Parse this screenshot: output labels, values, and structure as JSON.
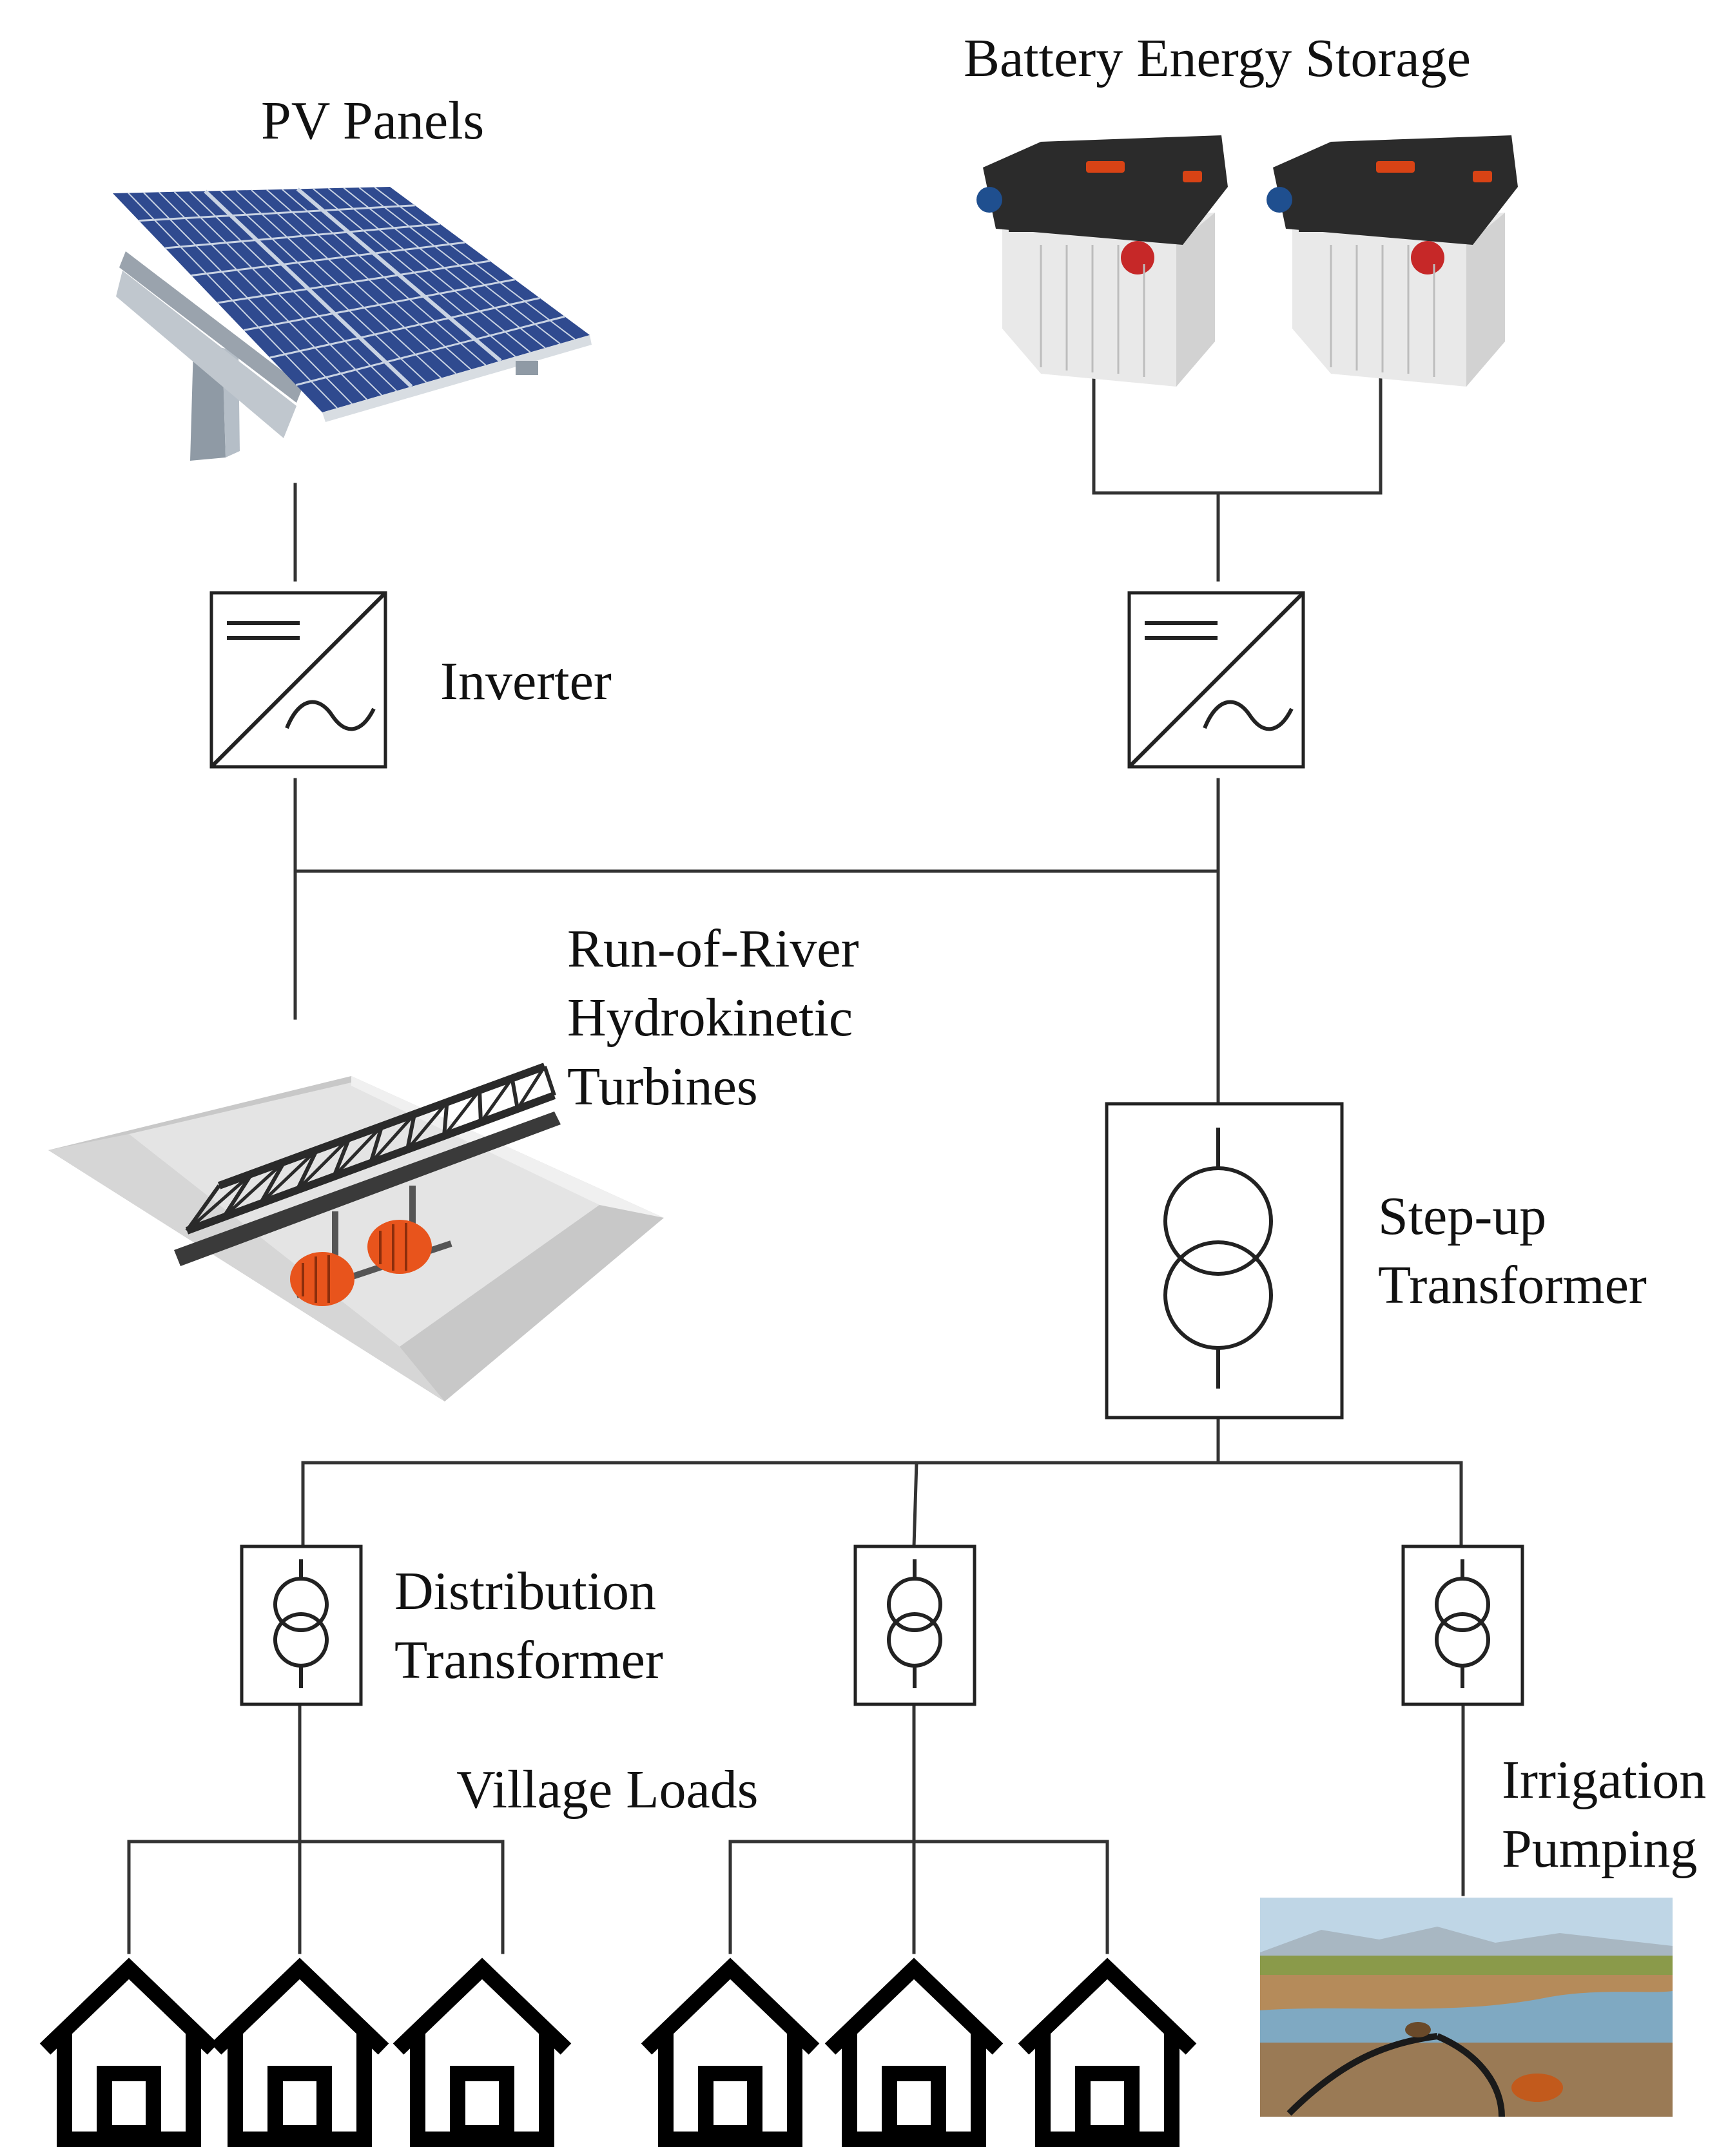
{
  "labels": {
    "pv_panels": "PV Panels",
    "battery": "Battery Energy Storage",
    "inverter": "Inverter",
    "hydro_line1": "Run-of-River",
    "hydro_line2": "Hydrokinetic",
    "hydro_line3": "Turbines",
    "stepup_line1": "Step-up",
    "stepup_line2": "Transformer",
    "dist_line1": "Distribution",
    "dist_line2": "Transformer",
    "village_loads": "Village Loads",
    "irrigation_line1": "Irrigation",
    "irrigation_line2": "Pumping"
  },
  "colors": {
    "panel_blue": "#2f4a8f",
    "panel_frame": "#9aa3ad",
    "battery_body": "#e9e9e9",
    "battery_top": "#2b2b2b",
    "battery_terminal_red": "#c62828",
    "battery_terminal_blue": "#1f4f8f",
    "turbine_orange": "#e8541c",
    "truss": "#2a2a2a",
    "ground_grey": "#c8c8c8",
    "sky": "#bfd6e6",
    "field": "#b58b5a",
    "water": "#7fa9c2",
    "grass": "#8a9a4a"
  }
}
